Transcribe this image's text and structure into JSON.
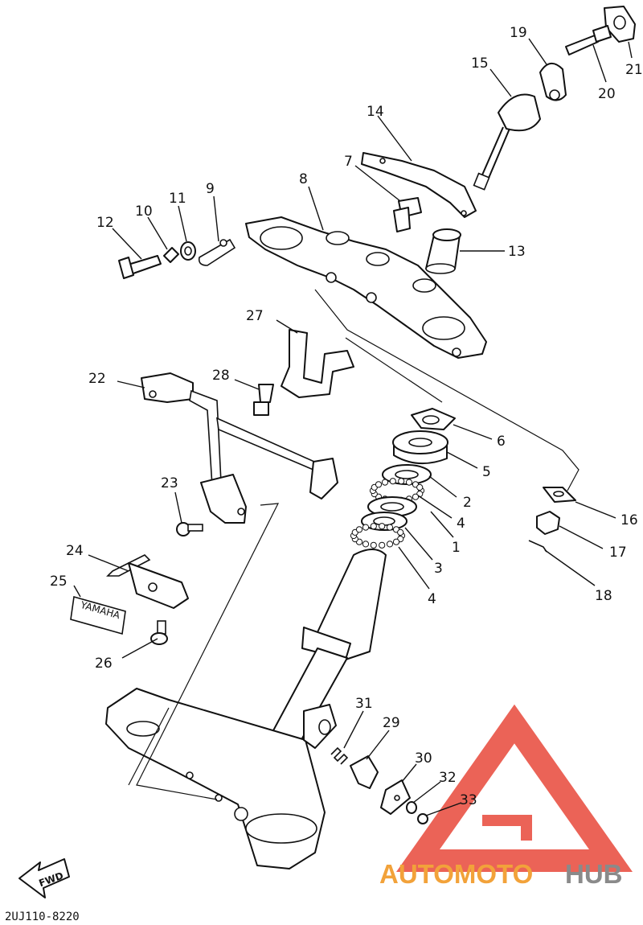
{
  "diagram_code": "2UJ110-8220",
  "fwd_arrow_label": "FWD",
  "emblem_text": "YAMAHA",
  "watermark": {
    "part1": "AUTOMOTO",
    "part2": "HUB",
    "color_primary": "#e8483a",
    "color_accent": "#f2a23a",
    "color_dark": "#8a8a8a"
  },
  "callouts": [
    "1",
    "2",
    "3",
    "4",
    "4",
    "5",
    "6",
    "7",
    "8",
    "9",
    "10",
    "11",
    "12",
    "13",
    "14",
    "15",
    "16",
    "17",
    "18",
    "19",
    "20",
    "21",
    "22",
    "23",
    "24",
    "25",
    "26",
    "27",
    "28",
    "29",
    "30",
    "31",
    "32",
    "33"
  ]
}
